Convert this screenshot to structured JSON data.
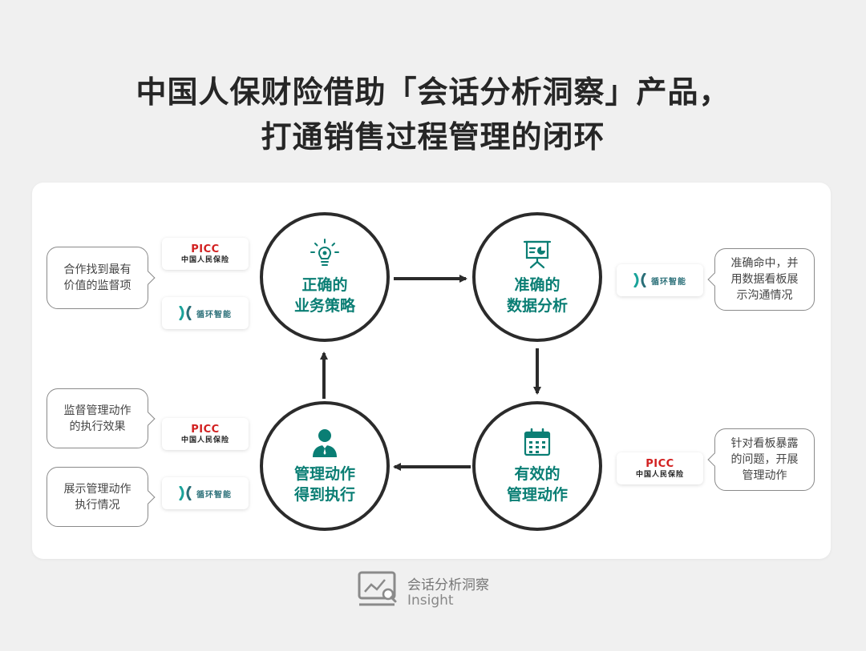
{
  "title": {
    "line1": "中国人保财险借助「会话分析洞察」产品，",
    "line2": "打通销售过程管理的闭环"
  },
  "nodes": [
    {
      "id": "strategy",
      "line1": "正确的",
      "line2": "业务策略",
      "icon": "lightbulb-icon"
    },
    {
      "id": "analysis",
      "line1": "准确的",
      "line2": "数据分析",
      "icon": "presentation-chart-icon"
    },
    {
      "id": "actions",
      "line1": "有效的",
      "line2": "管理动作",
      "icon": "calendar-icon"
    },
    {
      "id": "execution",
      "line1": "管理动作",
      "line2": "得到执行",
      "icon": "manager-person-icon"
    }
  ],
  "bubbles": {
    "top_left": {
      "line1": "合作找到最有",
      "line2": "价值的监督项"
    },
    "top_right": {
      "line1": "准确命中，并",
      "line2": "用数据看板展",
      "line3": "示沟通情况"
    },
    "mid_left": {
      "line1": "监督管理动作",
      "line2": "的执行效果"
    },
    "bottom_left": {
      "line1": "展示管理动作",
      "line2": "执行情况"
    },
    "bottom_right": {
      "line1": "针对看板暴露",
      "line2": "的问题，开展",
      "line3": "管理动作"
    }
  },
  "logos": {
    "picc": {
      "mark": "PICC",
      "name": "中国人民保险"
    },
    "xunhuan": {
      "name": "循环智能"
    }
  },
  "footer": {
    "line1": "会话分析洞察",
    "line2": "Insight"
  },
  "colors": {
    "accent": "#0a7e74",
    "ring": "#2b2b2b",
    "picc_red": "#d22020",
    "background": "#f0f0f0"
  }
}
